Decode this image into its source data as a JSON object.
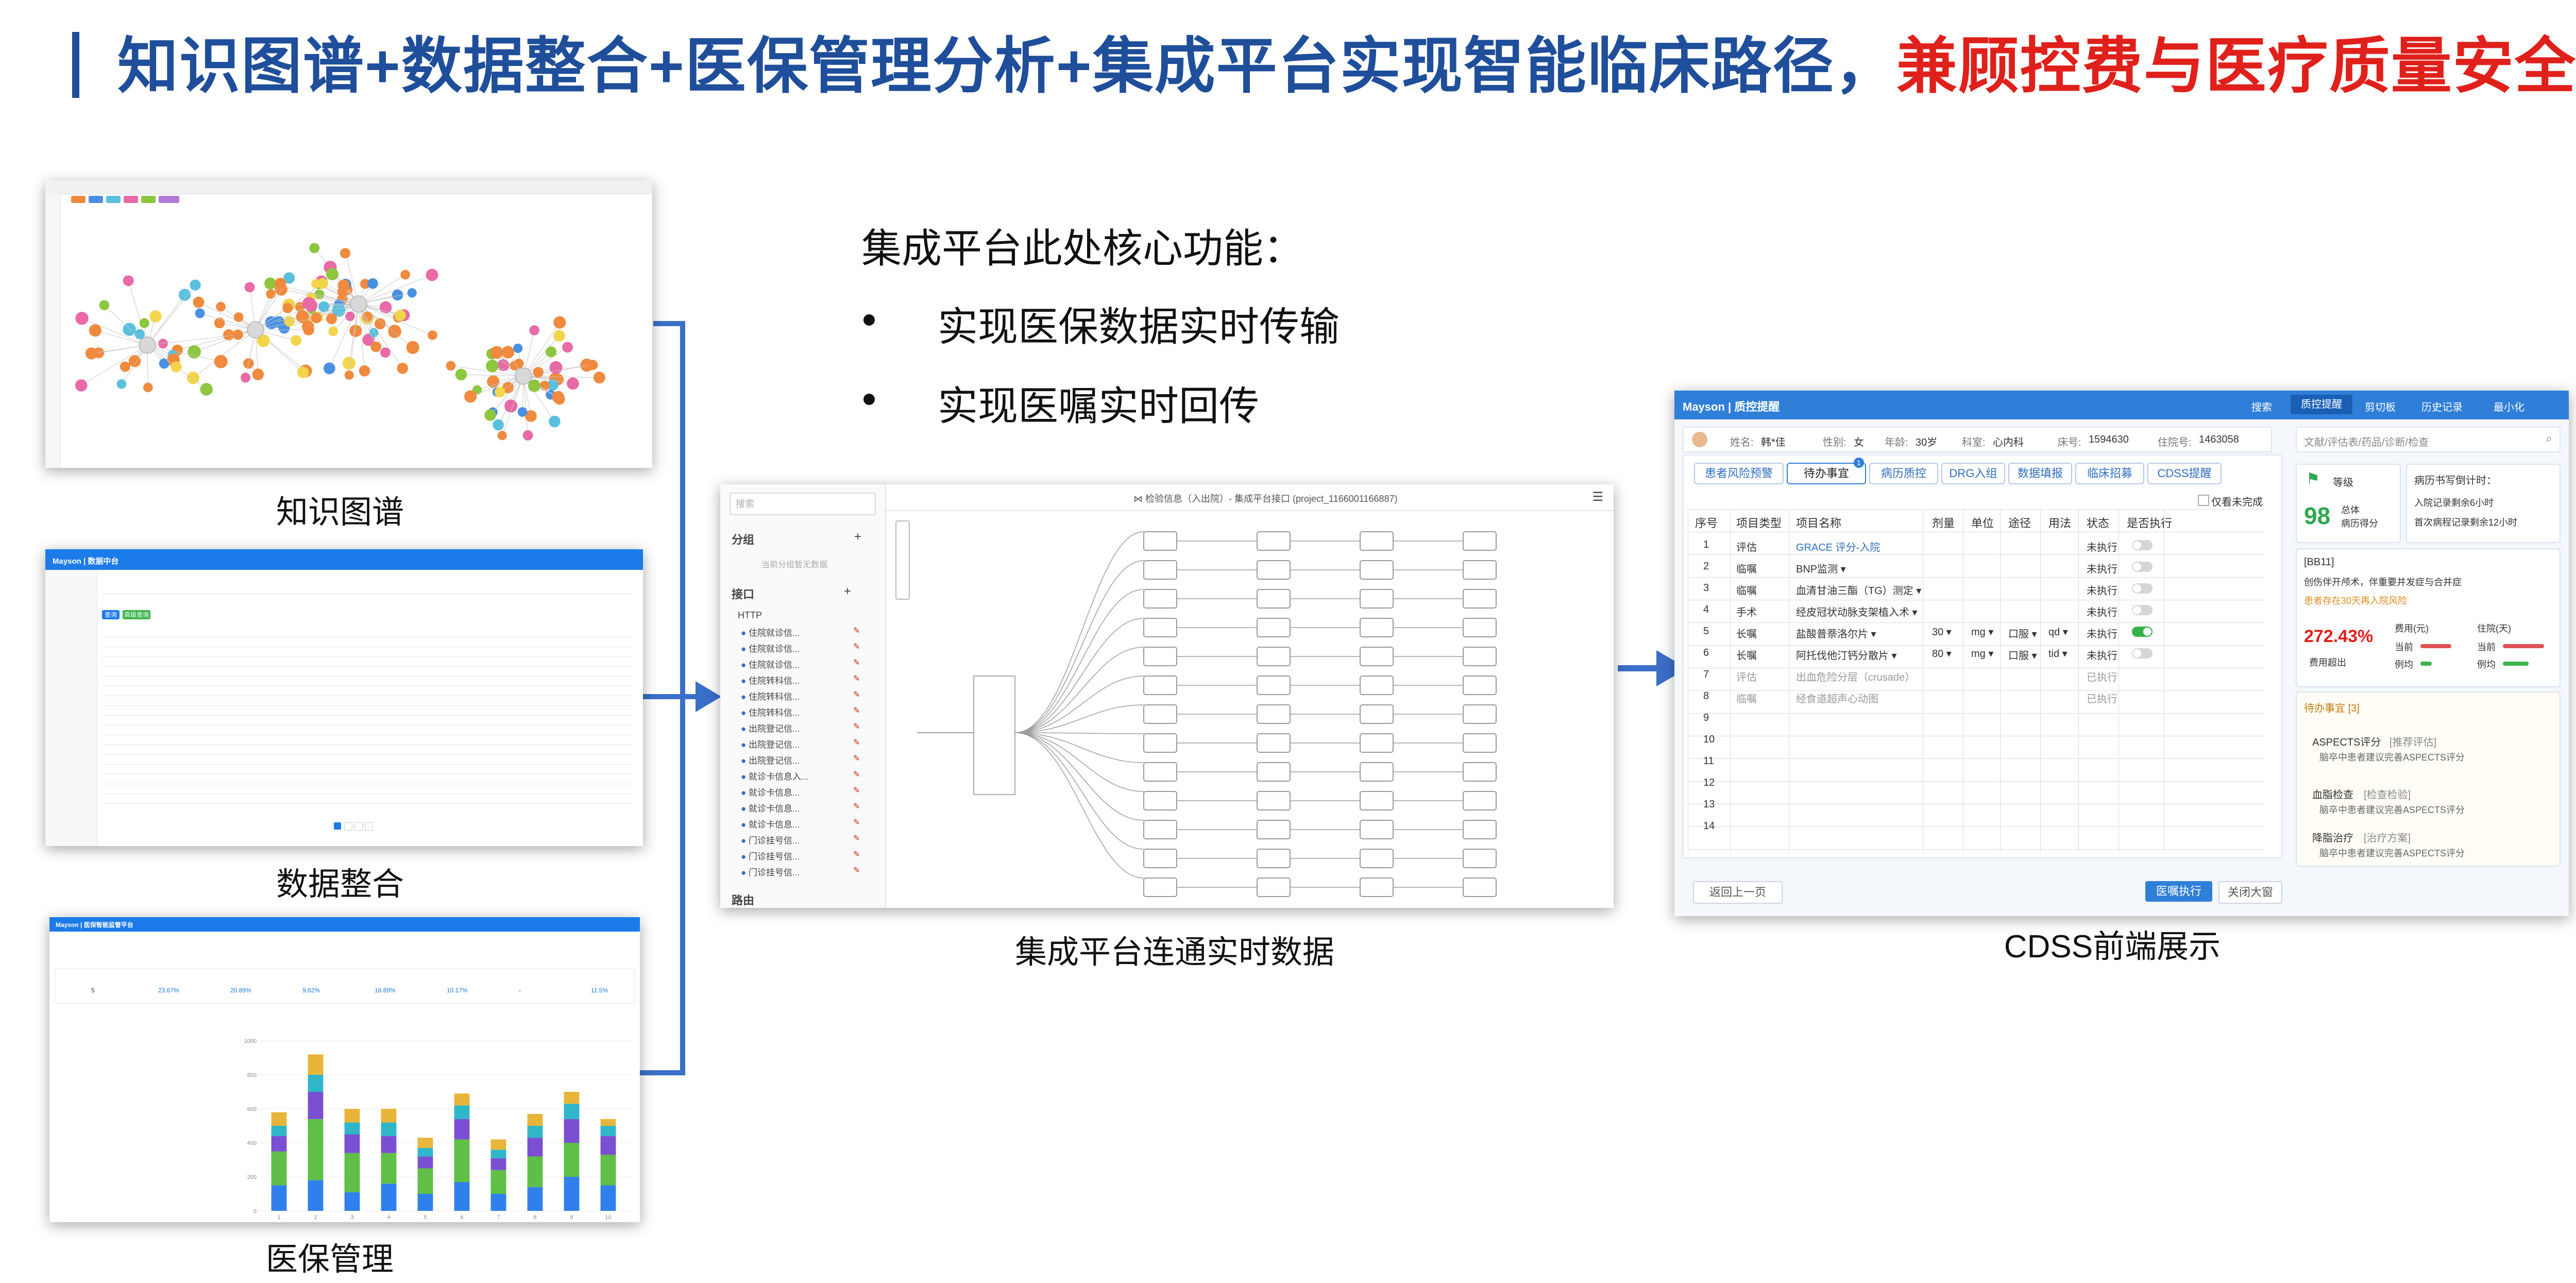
{
  "title": {
    "part_blue": "知识图谱+数据整合+医保管理分析+集成平台实现智能临床路径，",
    "part_red": "兼顾控费与医疗质量安全"
  },
  "colors": {
    "title_blue": "#1f4e9a",
    "title_red": "#e0201b",
    "connector_blue": "#3a6fc9",
    "app_blue": "#1c7be8",
    "cdss_blue": "#2f7fd8",
    "kg_orange": "#f08a3e"
  },
  "integration": {
    "heading": "集成平台此处核心功能：",
    "bullets": [
      "实现医保数据实时传输",
      "实现医嘱实时回传"
    ]
  },
  "captions": {
    "knowledge_graph": "知识图谱",
    "data_integration": "数据整合",
    "insurance": "医保管理",
    "platform": "集成平台连通实时数据",
    "cdss": "CDSS前端展示"
  },
  "data_integration_screen": {
    "app_title": "Mayson | 数据中台",
    "buttons": [
      "查询",
      "高级查询"
    ]
  },
  "insurance_screen": {
    "app_title": "Mayson | 医保智能监管平台",
    "metric_values": [
      "5",
      "23.67%",
      "20.89%",
      "9.62%",
      "18.89%",
      "10.17%",
      "-",
      "11.5%"
    ]
  },
  "insurance_chart": {
    "chart_data": {
      "type": "bar",
      "title": "",
      "categories": [
        "1",
        "2",
        "3",
        "4",
        "5",
        "6",
        "7",
        "8",
        "9",
        "10"
      ],
      "ylim": [
        0,
        1000
      ],
      "y_ticks": [
        "0",
        "200",
        "400",
        "600",
        "800",
        "1000"
      ],
      "series": [
        {
          "values": [
            150,
            180,
            110,
            160,
            100,
            170,
            100,
            140,
            200,
            150
          ]
        },
        {
          "values": [
            200,
            360,
            230,
            180,
            150,
            250,
            140,
            180,
            200,
            180
          ]
        },
        {
          "values": [
            90,
            160,
            110,
            100,
            70,
            120,
            70,
            110,
            140,
            110
          ]
        },
        {
          "values": [
            60,
            100,
            70,
            80,
            50,
            80,
            50,
            70,
            90,
            60
          ]
        },
        {
          "values": [
            80,
            120,
            80,
            80,
            60,
            70,
            60,
            70,
            70,
            40
          ]
        }
      ],
      "series_colors": [
        "#2f80ed",
        "#5fbf46",
        "#7b4fd2",
        "#2fb7c9",
        "#e8b53a"
      ],
      "grid": true
    }
  },
  "platform_screen": {
    "search_placeholder": "搜索",
    "group_label": "分组",
    "empty_group": "当前分组暂无数据",
    "interface_label": "接口",
    "http_label": "HTTP",
    "route_label": "路由",
    "canvas_title": "⋈ 检验信息（入出院）- 集成平台接口 (project_1166001166887)",
    "list_items": [
      "住院就诊信...",
      "住院就诊信...",
      "住院就诊信...",
      "住院转科信...",
      "住院转科信...",
      "住院转科信...",
      "出院登记信...",
      "出院登记信...",
      "出院登记信...",
      "就诊卡信息入...",
      "就诊卡信息...",
      "就诊卡信息...",
      "就诊卡信息...",
      "门诊挂号信...",
      "门诊挂号信...",
      "门诊挂号信..."
    ]
  },
  "cdss": {
    "app_title": "Mayson | 质控提醒",
    "header_actions": [
      "搜索",
      "质控提醒",
      "剪切板",
      "历史记录",
      "最小化"
    ],
    "patient": {
      "name_label": "姓名:",
      "name": "韩*佳",
      "gender_label": "性别:",
      "gender": "女",
      "age_label": "年龄:",
      "age": "30岁",
      "dept_label": "科室:",
      "dept": "心内科",
      "bed_label": "床号:",
      "bed": "1594630",
      "inpatient_label": "住院号:",
      "inpatient_no": "1463058"
    },
    "search_placeholder": "文献/评估表/药品/诊断/检查",
    "tabs": [
      "患者风险预警",
      "待办事宜",
      "病历质控",
      "DRG入组",
      "数据填报",
      "临床招募",
      "CDSS提醒"
    ],
    "tab_badge": "1",
    "only_incomplete": "仅看未完成",
    "columns": [
      "序号",
      "项目类型",
      "项目名称",
      "剂量",
      "单位",
      "途径",
      "用法",
      "状态",
      "是否执行"
    ],
    "rows": [
      {
        "no": "1",
        "type": "评估",
        "name": "GRACE 评分-入院",
        "dose": "",
        "unit": "",
        "route": "",
        "usage": "",
        "status": "未执行"
      },
      {
        "no": "2",
        "type": "临嘱",
        "name": "BNP监测 ▾",
        "dose": "",
        "unit": "",
        "route": "",
        "usage": "",
        "status": "未执行"
      },
      {
        "no": "3",
        "type": "临嘱",
        "name": "血清甘油三酯（TG）测定 ▾",
        "dose": "",
        "unit": "",
        "route": "",
        "usage": "",
        "status": "未执行"
      },
      {
        "no": "4",
        "type": "手术",
        "name": "经皮冠状动脉支架植入术 ▾",
        "dose": "",
        "unit": "",
        "route": "",
        "usage": "",
        "status": "未执行"
      },
      {
        "no": "5",
        "type": "长嘱",
        "name": "盐酸普萘洛尔片 ▾",
        "dose": "30 ▾",
        "unit": "mg ▾",
        "route": "口服 ▾",
        "usage": "qd ▾",
        "status": "未执行"
      },
      {
        "no": "6",
        "type": "长嘱",
        "name": "阿托伐他汀钙分散片 ▾",
        "dose": "80 ▾",
        "unit": "mg ▾",
        "route": "口服 ▾",
        "usage": "tid ▾",
        "status": "未执行"
      },
      {
        "no": "7",
        "type": "评估",
        "name": "出血危险分层（crusade）",
        "dose": "",
        "unit": "",
        "route": "",
        "usage": "",
        "status": "已执行"
      },
      {
        "no": "8",
        "type": "临嘱",
        "name": "经食道超声心动图",
        "dose": "",
        "unit": "",
        "route": "",
        "usage": "",
        "status": "已执行"
      },
      {
        "no": "9"
      },
      {
        "no": "10"
      },
      {
        "no": "11"
      },
      {
        "no": "12"
      },
      {
        "no": "13"
      },
      {
        "no": "14"
      }
    ],
    "back_button": "返回上一页",
    "execute_button": "医嘱执行",
    "close_button": "关闭大窗",
    "grade_card": {
      "label": "等级",
      "score": "98",
      "score_label1": "总体",
      "score_label2": "病历得分"
    },
    "countdown": {
      "title": "病历书写倒计时：",
      "item1": "入院记录剩余6小时",
      "item2": "首次病程记录剩余12小时"
    },
    "drg_card": {
      "code": "[BB11]",
      "desc": "创伤伴开颅术，伴重要并发症与合并症",
      "warn": "患者存在30天再入院风险",
      "percent": "272.43%",
      "percent_label": "费用超出",
      "fee_label": "费用(元)",
      "days_label": "住院(天)",
      "current": "当前",
      "example": "例均"
    },
    "todo": {
      "title": "待办事宜 [3]",
      "items": [
        {
          "name": "ASPECTS评分",
          "tag": "[推荐评估]",
          "desc": "脑卒中患者建议完善ASPECTS评分"
        },
        {
          "name": "血脂检查",
          "tag": "[检查检验]",
          "desc": "脑卒中患者建议完善ASPECTS评分"
        },
        {
          "name": "降脂治疗",
          "tag": "[治疗方案]",
          "desc": "脑卒中患者建议完善ASPECTS评分"
        }
      ]
    }
  }
}
